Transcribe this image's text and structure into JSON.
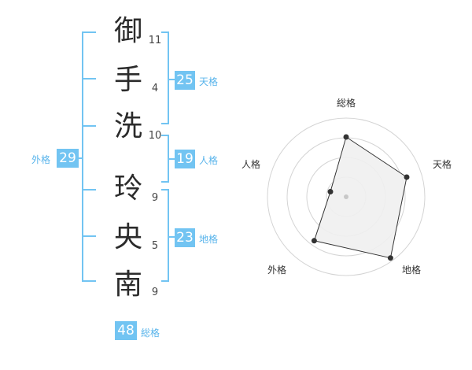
{
  "name": {
    "characters": [
      {
        "char": "御",
        "strokes": "11"
      },
      {
        "char": "手",
        "strokes": "4"
      },
      {
        "char": "洗",
        "strokes": "10"
      },
      {
        "char": "玲",
        "strokes": "9"
      },
      {
        "char": "央",
        "strokes": "5"
      },
      {
        "char": "南",
        "strokes": "9"
      }
    ]
  },
  "kaku": {
    "tenkaku": {
      "value": "25",
      "label": "天格"
    },
    "jinkaku": {
      "value": "19",
      "label": "人格"
    },
    "chikaku": {
      "value": "23",
      "label": "地格"
    },
    "gaikaku": {
      "value": "29",
      "label": "外格"
    },
    "soukaku": {
      "value": "48",
      "label": "総格"
    }
  },
  "colors": {
    "accent": "#72c4f2",
    "bracket": "#72c4f2",
    "label": "#59b4eb"
  },
  "chart_data": {
    "type": "radar",
    "axes": [
      "総格",
      "天格",
      "地格",
      "外格",
      "人格"
    ],
    "values": [
      0.76,
      0.81,
      0.96,
      0.69,
      0.21
    ],
    "rings": 4,
    "grid": true
  }
}
